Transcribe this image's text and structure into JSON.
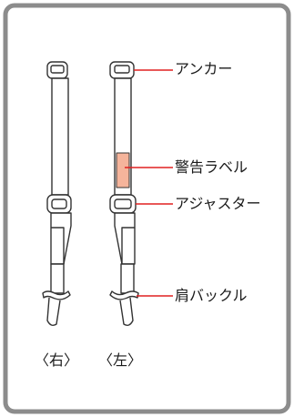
{
  "callouts": {
    "anchor": "アンカー",
    "warning_label": "警告ラベル",
    "adjuster": "アジャスター",
    "shoulder_buckle": "肩バックル"
  },
  "bottom_labels": {
    "right": "〈右〉",
    "left": "〈左〉"
  },
  "colors": {
    "frame": "#8c8c8c",
    "frame_bg": "#ffffff",
    "belt_fill": "#ffffff",
    "belt_stroke": "#333333",
    "warning_label_fill": "#f5b49b",
    "leader_line": "#e02020"
  }
}
